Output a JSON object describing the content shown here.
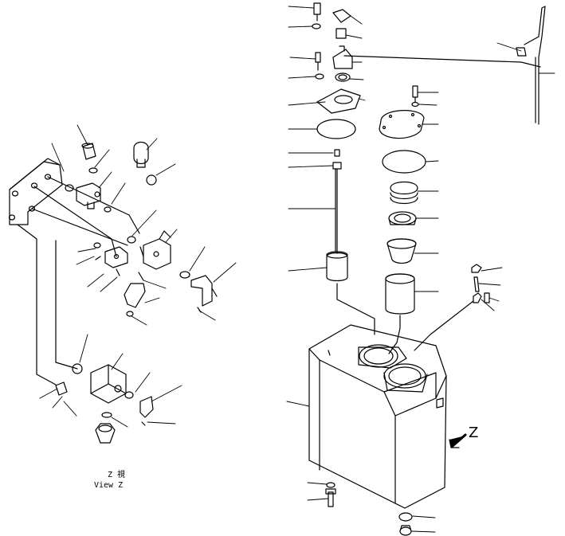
{
  "view_label": {
    "title_line": "Z  視",
    "caption_line": "View Z"
  },
  "arrow_label": "Z",
  "colors": {
    "line": "#000000",
    "background": "#ffffff"
  }
}
